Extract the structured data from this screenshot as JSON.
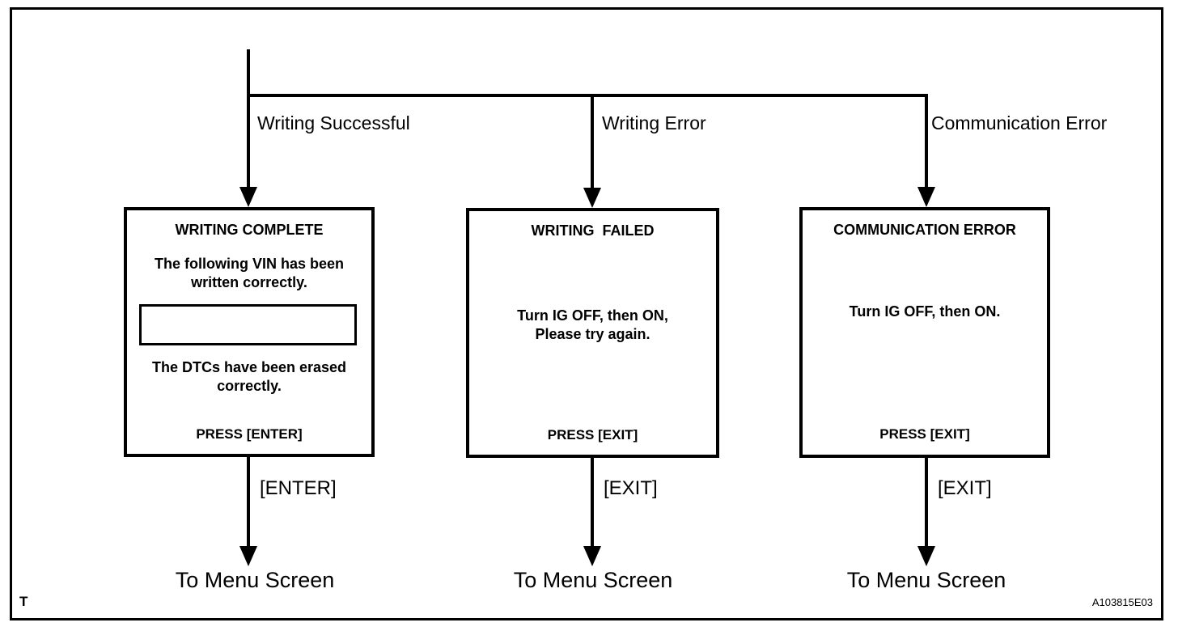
{
  "diagram": {
    "corner_mark": "T",
    "figure_id": "A103815E03",
    "colors": {
      "line": "#000000",
      "background": "#ffffff"
    },
    "branches": [
      {
        "condition": "Writing Successful",
        "key_label": "[ENTER]",
        "destination": "To Menu Screen",
        "screen": {
          "title": "WRITING COMPLETE",
          "message_top": "The following VIN has been\nwritten correctly.",
          "vin_field_value": "",
          "message_bottom": "The DTCs have been erased\ncorrectly.",
          "press_label": "PRESS [ENTER]"
        }
      },
      {
        "condition": "Writing Error",
        "key_label": "[EXIT]",
        "destination": "To Menu Screen",
        "screen": {
          "title": "WRITING  FAILED",
          "message": "Turn IG OFF, then ON,\nPlease try again.",
          "press_label": "PRESS [EXIT]"
        }
      },
      {
        "condition": "Communication Error",
        "key_label": "[EXIT]",
        "destination": "To Menu Screen",
        "screen": {
          "title": "COMMUNICATION ERROR",
          "message": "Turn IG OFF, then ON.",
          "press_label": "PRESS [EXIT]"
        }
      }
    ]
  }
}
